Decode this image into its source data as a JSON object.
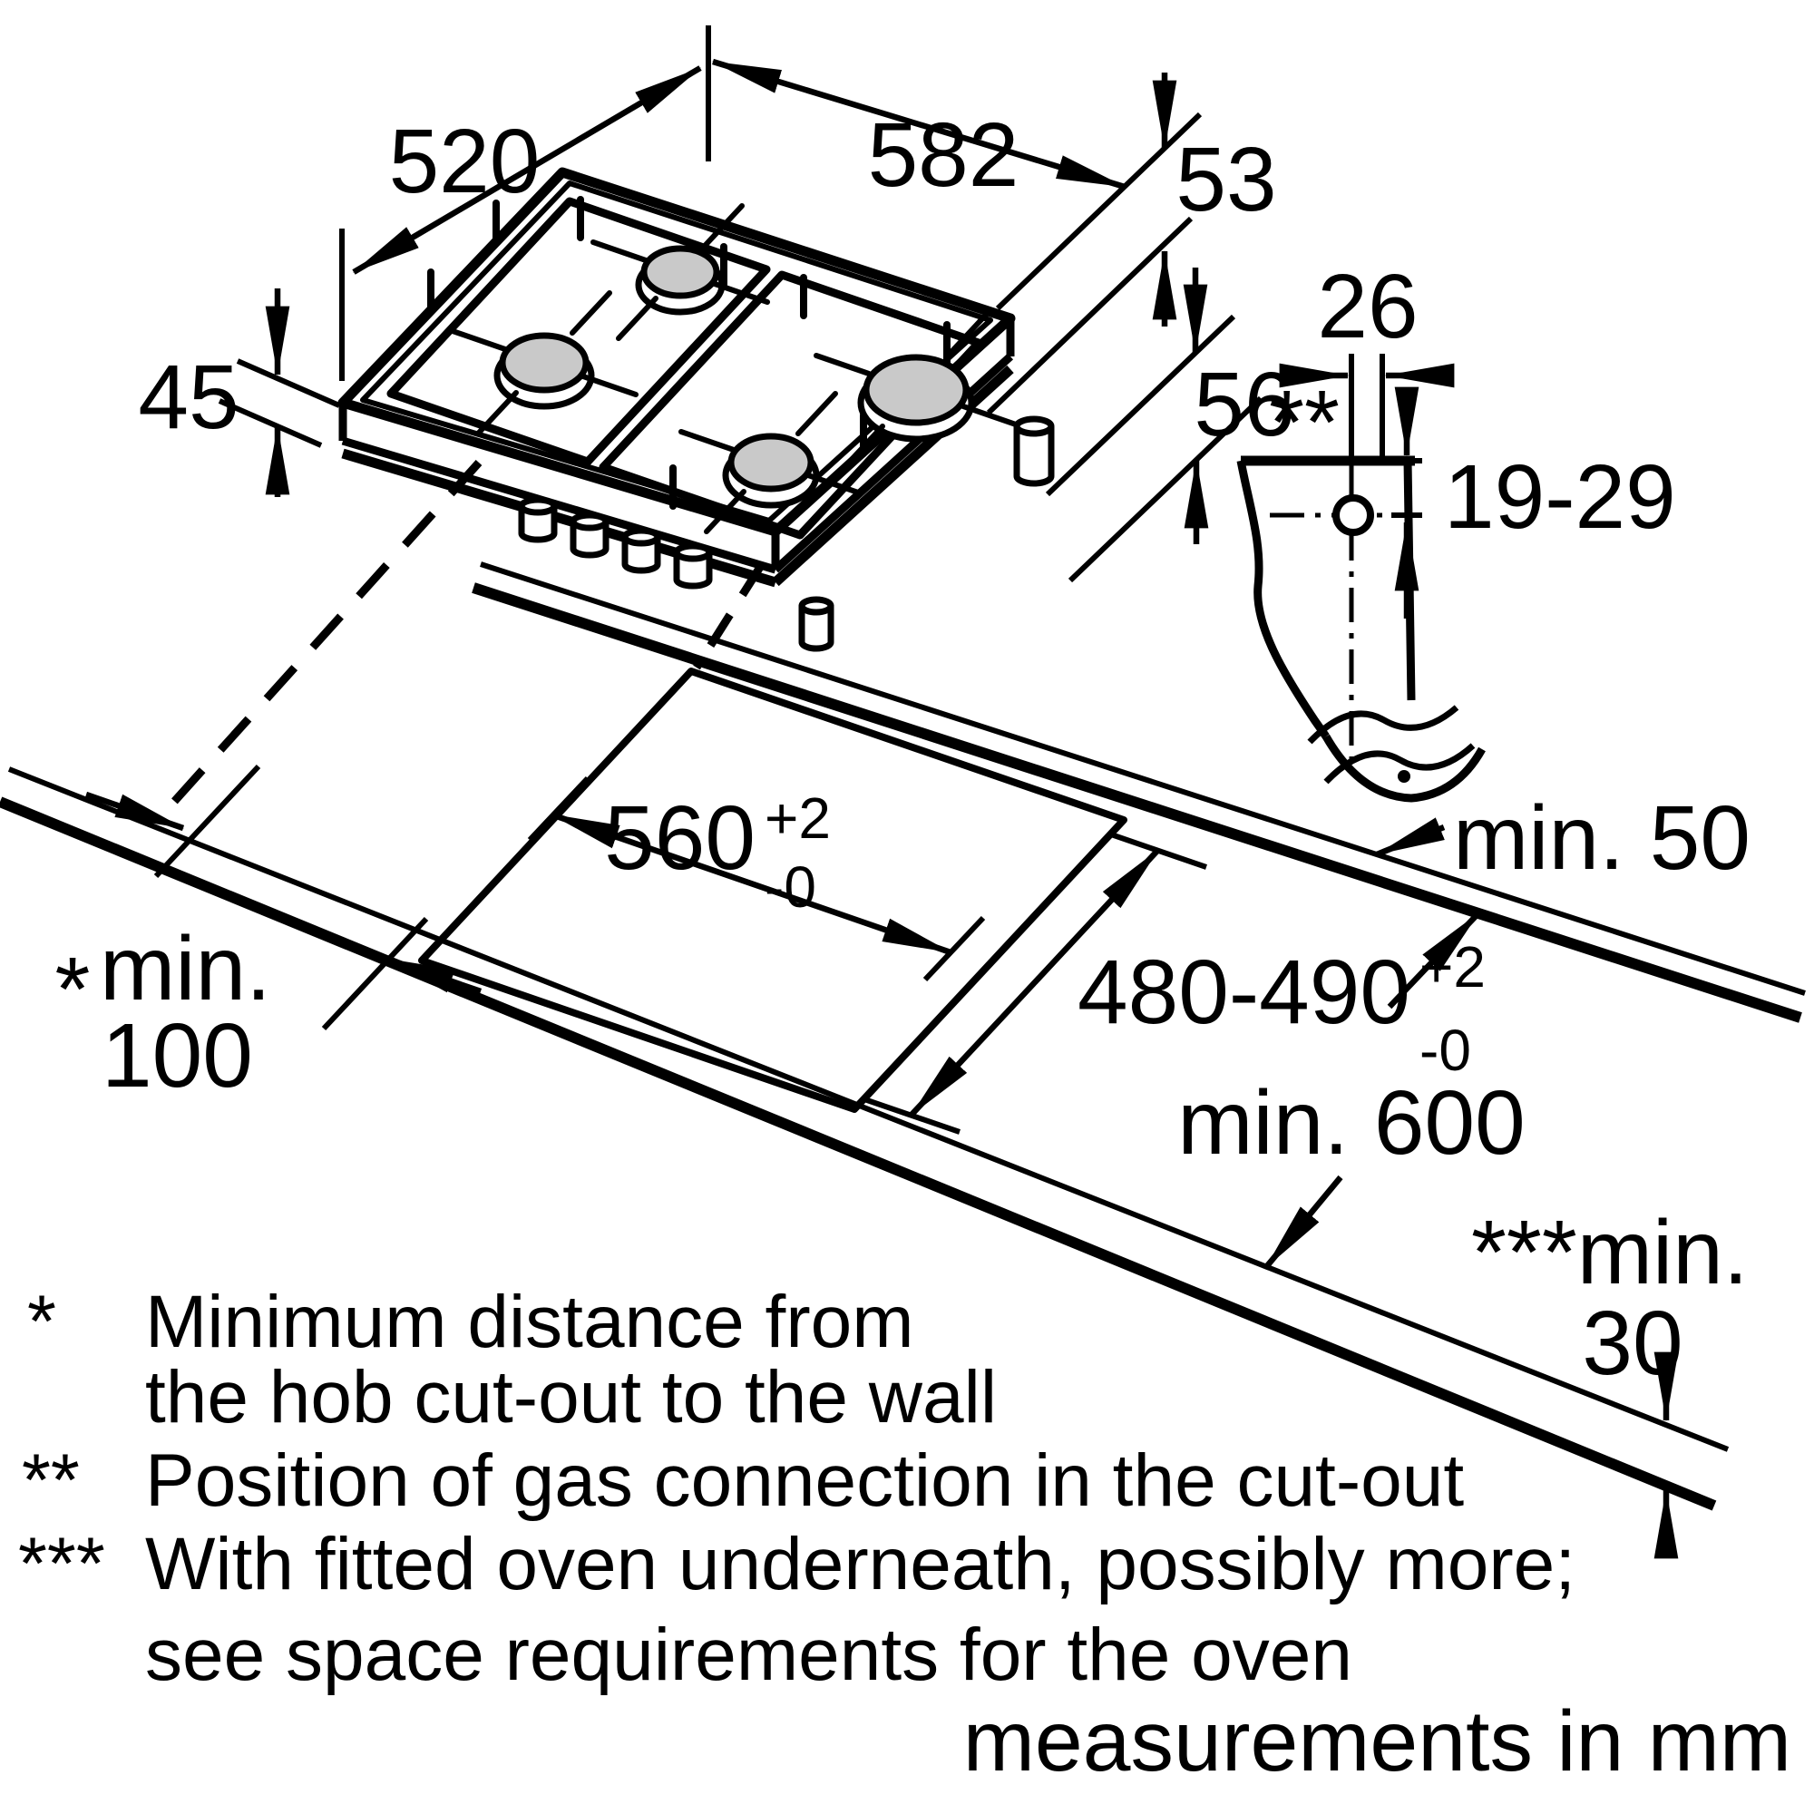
{
  "dims": {
    "hob_depth": "520",
    "hob_width": "582",
    "grate_clearance": "53",
    "hob_height": "45",
    "below_worktop": "56",
    "pipe_offset": "26",
    "pipe_marker": "**",
    "hole_range": "19-29",
    "cutout_width": "560",
    "cutout_depth": "480-490",
    "tol_plus": "+2",
    "tol_minus": "-0",
    "min_rear": "min. 50",
    "wall_star": "*",
    "wall_min_word": "min.",
    "wall_value": "100",
    "min_depth": "min. 600",
    "front_prefix": "***min.",
    "front_value": "30"
  },
  "footnotes": [
    {
      "marker": "*",
      "lines": [
        "Minimum distance from",
        "the hob cut-out to the wall"
      ]
    },
    {
      "marker": "**",
      "lines": [
        "Position of gas connection in the cut-out"
      ]
    },
    {
      "marker": "***",
      "lines": [
        "With fitted oven underneath, possibly more;",
        "see space requirements for the oven"
      ]
    }
  ],
  "units_note": "measurements in mm",
  "colors": {
    "line": "#000000",
    "burner_fill": "#c9c9c9",
    "background": "#ffffff"
  }
}
